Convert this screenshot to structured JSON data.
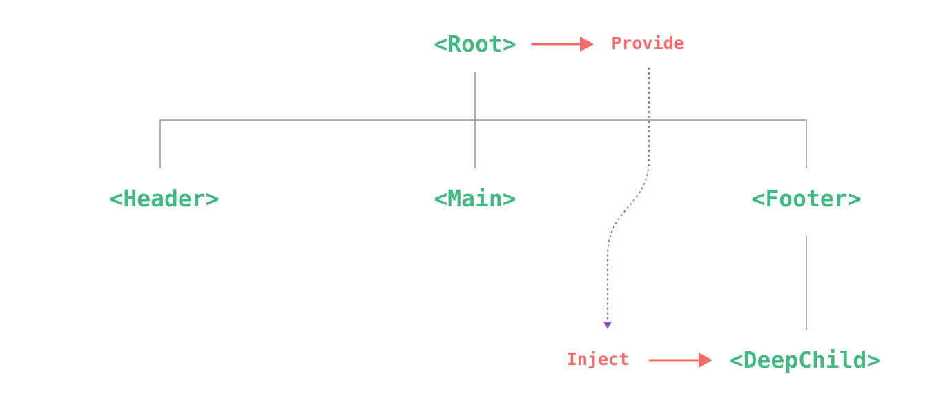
{
  "colors": {
    "component": "#42b883",
    "operation": "#f66a6a",
    "tree_line": "#aeaeae",
    "inject_flow": "#8a5cd0"
  },
  "nodes": {
    "root": "<Root>",
    "header": "<Header>",
    "main": "<Main>",
    "footer": "<Footer>",
    "deep_child": "<DeepChild>"
  },
  "operations": {
    "provide": "Provide",
    "inject": "Inject"
  }
}
